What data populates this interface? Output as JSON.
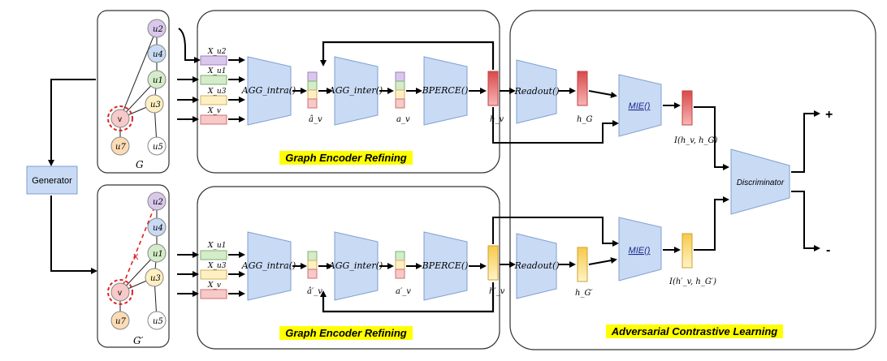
{
  "labels": {
    "generator": "Generator",
    "discriminator": "Discriminator",
    "plus": "+",
    "minus": "-",
    "graph_top": "G",
    "graph_bottom": "G′",
    "section_top": "Graph Encoder Refining",
    "section_bottom": "Graph Encoder Refining",
    "section_right": "Adversarial Contrastive Learning",
    "removed_edge_mark": "x"
  },
  "nodes": {
    "u2": "u2",
    "u4": "u4",
    "u1": "u1",
    "u3": "u3",
    "v": "v",
    "u7": "u7",
    "u5": "u5"
  },
  "top": {
    "inputs": [
      "X_u2",
      "X_u1",
      "X_u3",
      "X_v"
    ],
    "agg_intra": "AGG_intra()",
    "agg_inter": "AGG_inter()",
    "bperce": "BPERCE()",
    "readout": "Readout()",
    "mie": "MIE()",
    "a_hat": "â_v",
    "a": "a_v",
    "h": "h_v",
    "h_graph": "h_G",
    "mi": "I(h_v, h_G)"
  },
  "bottom": {
    "inputs": [
      "X_u1",
      "X_u3",
      "X_v"
    ],
    "agg_intra": "AGG_intra()",
    "agg_inter": "AGG_inter()",
    "bperce": "BPERCE()",
    "readout": "Readout()",
    "mie": "MIE()",
    "a_hat": "â′_v",
    "a": "a′_v",
    "h": "h′_v",
    "h_graph": "h_G′",
    "mi": "I(h′_v, h_G′)"
  },
  "colors": {
    "block": "#c9daf5",
    "block_stroke": "#7f9fd0",
    "purple": "#d9c8ec",
    "green": "#d4ecc9",
    "yellow": "#fff0c2",
    "pink": "#f7c9c9",
    "red_bar": "#e06060",
    "yellow_bar": "#f8d36a",
    "highlight": "#ffff00"
  }
}
